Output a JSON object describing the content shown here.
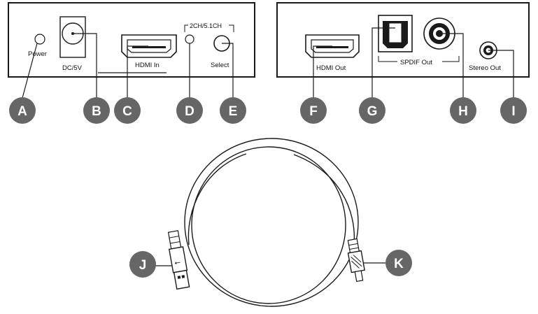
{
  "left_panel": {
    "power_label": "Power",
    "dc_label": "DC/5V",
    "hdmi_in_label": "HDMI In",
    "mode_label": "2CH/5.1CH",
    "select_label": "Select"
  },
  "right_panel": {
    "hdmi_out_label": "HDMI Out",
    "spdif_label": "SPDIF Out",
    "stereo_label": "Stereo Out"
  },
  "callouts": [
    "A",
    "B",
    "C",
    "D",
    "E",
    "F",
    "G",
    "H",
    "I",
    "J",
    "K"
  ],
  "colors": {
    "badge": "#666666",
    "line": "#1a1a1a"
  }
}
